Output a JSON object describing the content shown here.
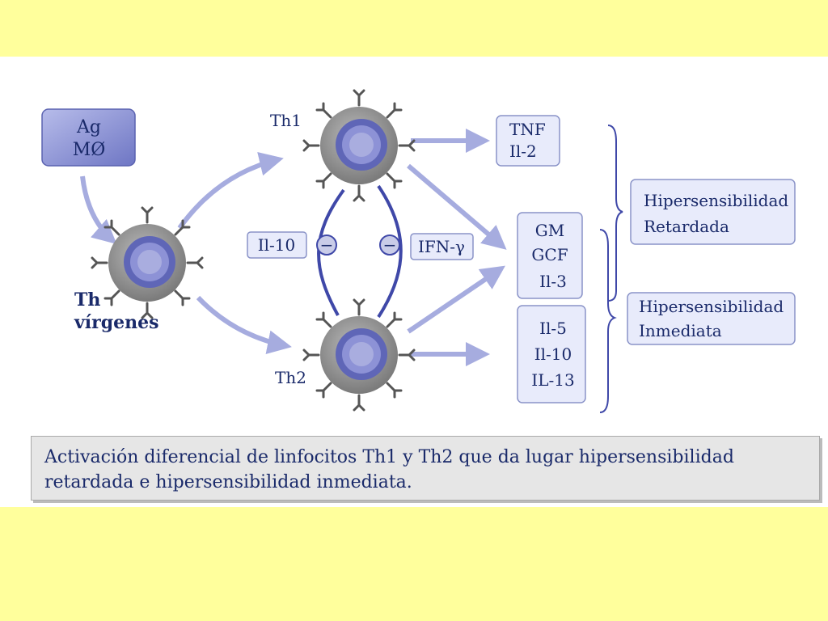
{
  "colors": {
    "background": "#ffff9c",
    "panel": "#ffffff",
    "box_fill": "#e8ebfb",
    "box_border": "#8a93c8",
    "text": "#1a2a6a",
    "arrow": "#a6acdf",
    "link": "#3f48a8",
    "cell_outer": "#8e8e8e",
    "cell_ring": "#5f66b7",
    "cell_core": "#8d92d6"
  },
  "boxes": {
    "ag": {
      "line1": "Ag",
      "line2": "MØ"
    },
    "tnf": {
      "line1": "TNF",
      "line2": "Il-2"
    },
    "gm": {
      "line1": "GM",
      "line2": "GCF",
      "line3": "Il-3"
    },
    "il5": {
      "line1": "Il-5",
      "line2": "Il-10",
      "line3": "IL-13"
    },
    "il10_label": "Il-10",
    "ifn_label": "IFN-γ",
    "hyper_delayed": {
      "line1": "Hipersensibilidad",
      "line2": "Retardada"
    },
    "hyper_immediate": {
      "line1": "Hipersensibilidad",
      "line2": "Inmediata"
    }
  },
  "cells": {
    "naive": {
      "label1": "Th",
      "label2": "vírgenes"
    },
    "th1": {
      "label": "Th1"
    },
    "th2": {
      "label": "Th2"
    }
  },
  "inhibit_symbol": "−",
  "caption": {
    "line1": "Activación diferencial de linfocitos Th1 y Th2 que da lugar hipersensibilidad",
    "line2": "retardada e hipersensibilidad inmediata."
  }
}
